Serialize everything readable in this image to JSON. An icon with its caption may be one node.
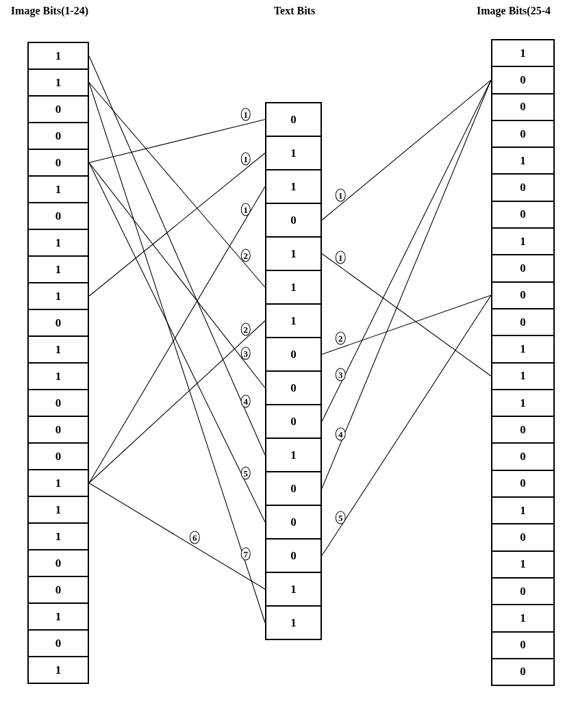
{
  "diagram": {
    "nodes": [
      {
        "text": [
          "Image Bits(1-24)"
        ]
      },
      {
        "text": [
          "1"
        ],
        "in": 0
      },
      {
        "text": [
          "1"
        ],
        "in": 0
      },
      {
        "text": [
          "0"
        ],
        "in": 0
      },
      {
        "text": [
          "0"
        ],
        "in": 0
      },
      {
        "text": [
          "0"
        ],
        "in": 0
      },
      {
        "text": [
          "1"
        ],
        "in": 0
      },
      {
        "text": [
          "0"
        ],
        "in": 0
      },
      {
        "text": [
          "1"
        ],
        "in": 0
      },
      {
        "text": [
          "1"
        ],
        "in": 0
      },
      {
        "text": [
          "1"
        ],
        "in": 0
      },
      {
        "text": [
          "0"
        ],
        "in": 0
      },
      {
        "text": [
          "1"
        ],
        "in": 0
      },
      {
        "text": [
          "1"
        ],
        "in": 0
      },
      {
        "text": [
          "0"
        ],
        "in": 0
      },
      {
        "text": [
          "0"
        ],
        "in": 0
      },
      {
        "text": [
          "0"
        ],
        "in": 0
      },
      {
        "text": [
          "1"
        ],
        "in": 0
      },
      {
        "text": [
          "1"
        ],
        "in": 0
      },
      {
        "text": [
          "1"
        ],
        "in": 0
      },
      {
        "text": [
          "0"
        ],
        "in": 0
      },
      {
        "text": [
          "0"
        ],
        "in": 0
      },
      {
        "text": [
          "1"
        ],
        "in": 0
      },
      {
        "text": [
          "0"
        ],
        "in": 0
      },
      {
        "text": [
          "1"
        ],
        "in": 0
      },
      {
        "text": [
          "Text Bits"
        ]
      },
      {
        "text": [
          "0"
        ],
        "in": 25
      },
      {
        "text": [
          "1"
        ],
        "in": 25
      },
      {
        "text": [
          "1"
        ],
        "in": 25
      },
      {
        "text": [
          "0"
        ],
        "in": 25
      },
      {
        "text": [
          "1"
        ],
        "in": 25
      },
      {
        "text": [
          "1"
        ],
        "in": 25
      },
      {
        "text": [
          "1"
        ],
        "in": 25
      },
      {
        "text": [
          "0"
        ],
        "in": 25
      },
      {
        "text": [
          "0"
        ],
        "in": 25
      },
      {
        "text": [
          "0"
        ],
        "in": 25
      },
      {
        "text": [
          "1"
        ],
        "in": 25
      },
      {
        "text": [
          "0"
        ],
        "in": 25
      },
      {
        "text": [
          "0"
        ],
        "in": 25
      },
      {
        "text": [
          "0"
        ],
        "in": 25
      },
      {
        "text": [
          "1"
        ],
        "in": 25
      },
      {
        "text": [
          "1"
        ],
        "in": 25
      },
      {
        "text": [
          "Image Bits(25-4"
        ]
      },
      {
        "text": [
          "1"
        ],
        "in": 42
      },
      {
        "text": [
          "0"
        ],
        "in": 42
      },
      {
        "text": [
          "0"
        ],
        "in": 42
      },
      {
        "text": [
          "0"
        ],
        "in": 42
      },
      {
        "text": [
          "1"
        ],
        "in": 42
      },
      {
        "text": [
          "0"
        ],
        "in": 42
      },
      {
        "text": [
          "0"
        ],
        "in": 42
      },
      {
        "text": [
          "1"
        ],
        "in": 42
      },
      {
        "text": [
          "0"
        ],
        "in": 42
      },
      {
        "text": [
          "0"
        ],
        "in": 42
      },
      {
        "text": [
          "0"
        ],
        "in": 42
      },
      {
        "text": [
          "1"
        ],
        "in": 42
      },
      {
        "text": [
          "1"
        ],
        "in": 42
      },
      {
        "text": [
          "1"
        ],
        "in": 42
      },
      {
        "text": [
          "0"
        ],
        "in": 42
      },
      {
        "text": [
          "0"
        ],
        "in": 42
      },
      {
        "text": [
          "0"
        ],
        "in": 42
      },
      {
        "text": [
          "1"
        ],
        "in": 42
      },
      {
        "text": [
          "0"
        ],
        "in": 42
      },
      {
        "text": [
          "1"
        ],
        "in": 42
      },
      {
        "text": [
          "0"
        ],
        "in": 42
      },
      {
        "text": [
          "1"
        ],
        "in": 42
      },
      {
        "text": [
          "0"
        ],
        "in": 42
      },
      {
        "text": [
          "0"
        ],
        "in": 42
      }
    ],
    "edges": [
      {
        "from": 5,
        "to": 26,
        "arrow": "none",
        "label": "1"
      },
      {
        "from": 10,
        "to": 27,
        "arrow": "none",
        "label": "1"
      },
      {
        "from": 17,
        "to": 28,
        "arrow": "none",
        "label": "1"
      },
      {
        "from": 2,
        "to": 31,
        "arrow": "none",
        "label": "2"
      },
      {
        "from": 17,
        "to": 32,
        "arrow": "none",
        "label": "2"
      },
      {
        "from": 5,
        "to": 34,
        "arrow": "none",
        "label": "3"
      },
      {
        "from": 1,
        "to": 36,
        "arrow": "none",
        "label": "4"
      },
      {
        "from": 5,
        "to": 38,
        "arrow": "none",
        "label": "5"
      },
      {
        "from": 17,
        "to": 40,
        "arrow": "none",
        "label": "6"
      },
      {
        "from": 2,
        "to": 41,
        "arrow": "none",
        "label": "7"
      },
      {
        "from": 29,
        "to": 44,
        "arrow": "none",
        "label": "1"
      },
      {
        "from": 30,
        "to": 55,
        "arrow": "none",
        "label": "1"
      },
      {
        "from": 33,
        "to": 52,
        "arrow": "none",
        "label": "2"
      },
      {
        "from": 35,
        "to": 44,
        "arrow": "none",
        "label": "3"
      },
      {
        "from": 37,
        "to": 44,
        "arrow": "none",
        "label": "4"
      },
      {
        "from": 39,
        "to": 52,
        "arrow": "none",
        "label": "5"
      }
    ]
  }
}
